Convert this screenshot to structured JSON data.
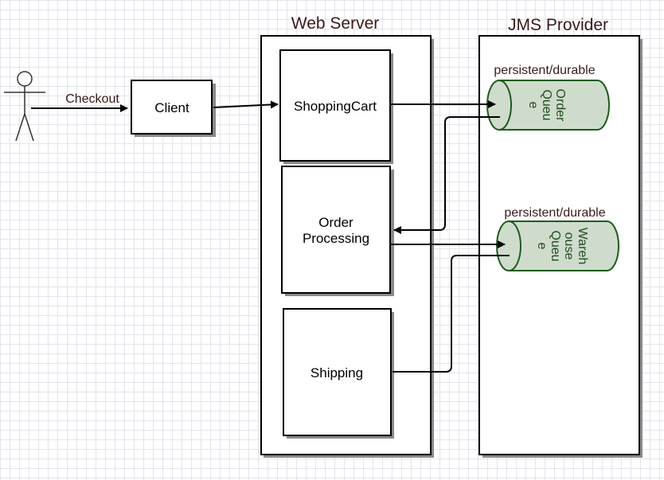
{
  "web_server": {
    "title": "Web Server"
  },
  "jms_provider": {
    "title": "JMS Provider"
  },
  "actor": {
    "edge_label": "Checkout"
  },
  "client": {
    "label": "Client"
  },
  "shopping_cart": {
    "label": "ShoppingCart"
  },
  "order_processing": {
    "line1": "Order",
    "line2": "Processing"
  },
  "shipping": {
    "label": "Shipping"
  },
  "order_queue": {
    "caption": "persistent/durable",
    "lines": [
      "Order",
      "Queu",
      "e"
    ]
  },
  "warehouse_queue": {
    "caption": "persistent/durable",
    "lines": [
      "Wareh",
      "ouse",
      "Queu",
      "e"
    ]
  },
  "colors": {
    "queue_fill": "#cfdccc",
    "queue_stroke": "#1e5a1e",
    "title_text": "#3a1a1a"
  }
}
